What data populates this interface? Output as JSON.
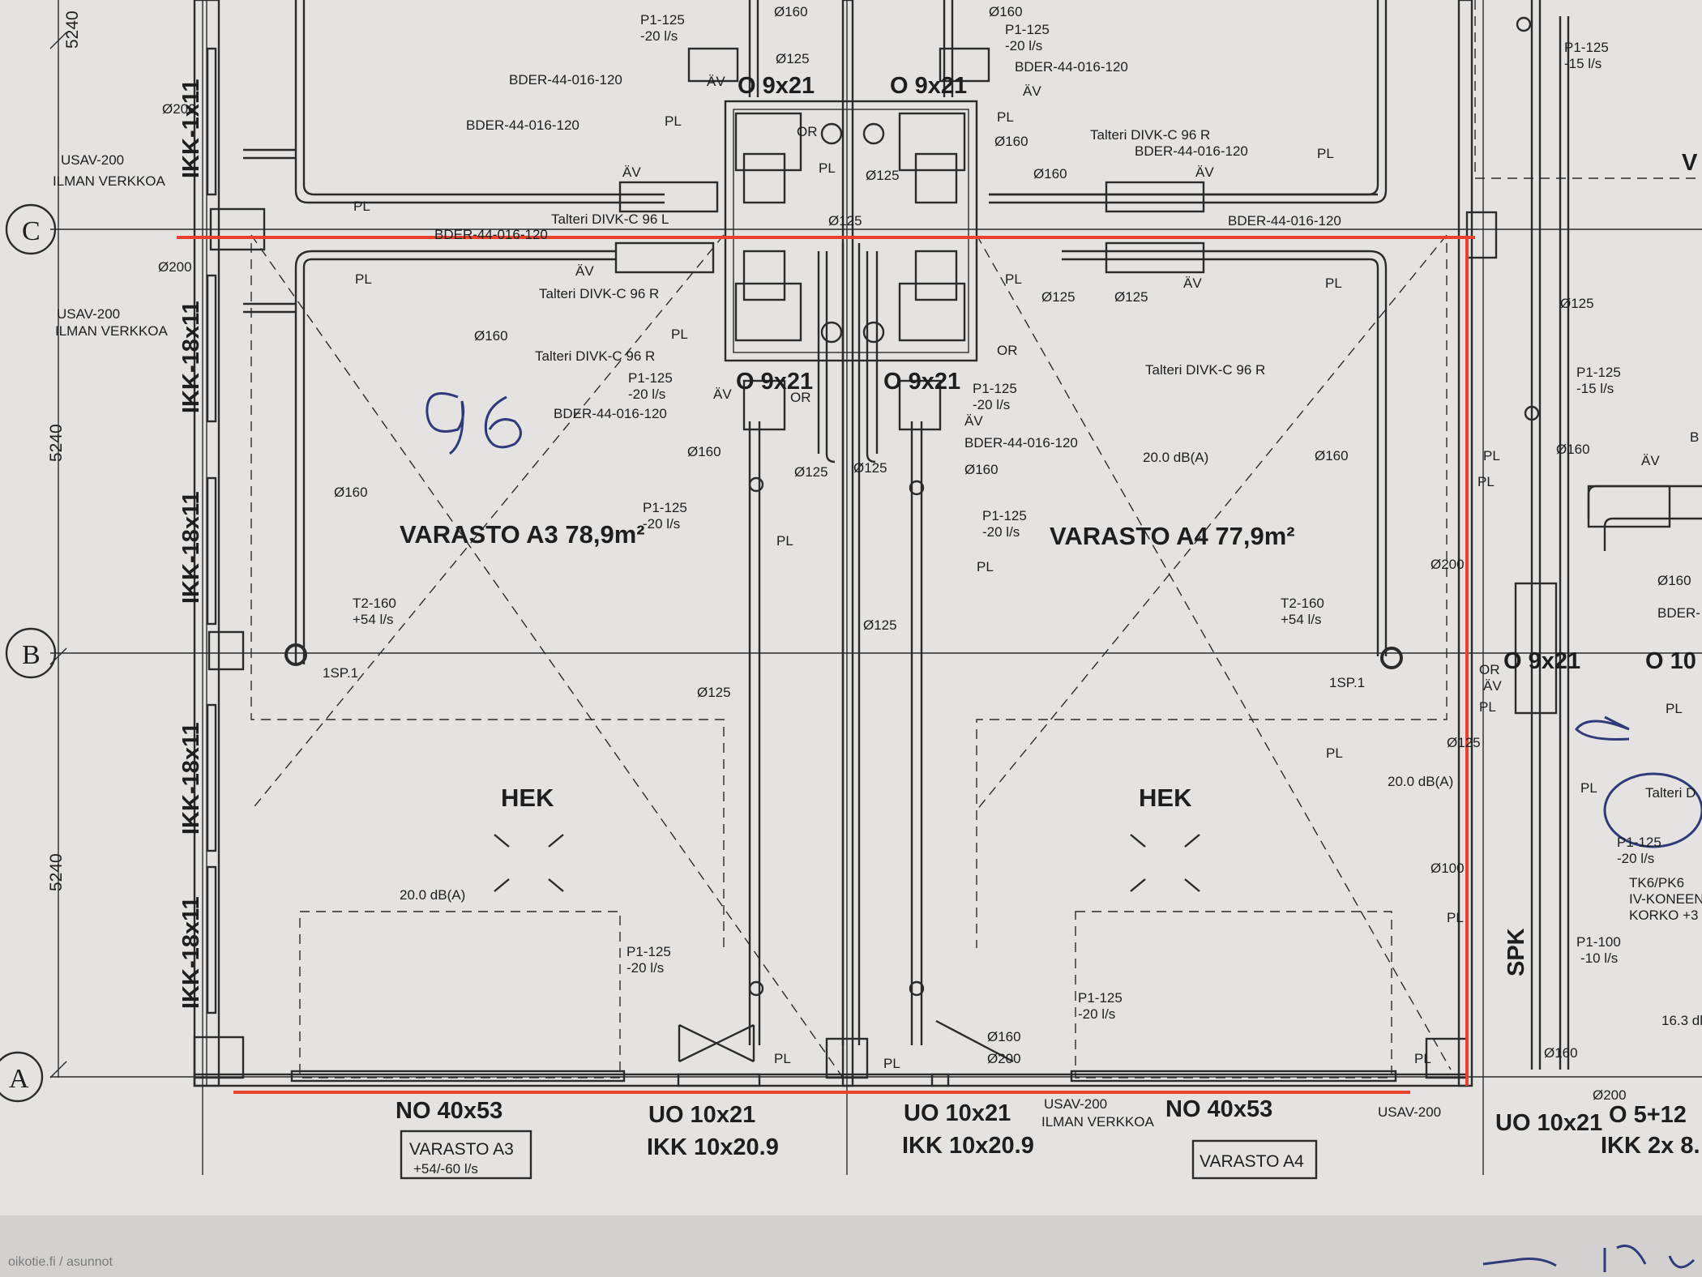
{
  "grid_labels": {
    "c": "C",
    "b": "B",
    "a": "A"
  },
  "dimensions": {
    "d1": "5240",
    "d2": "5240",
    "d3": "5240"
  },
  "windows": [
    "IKK-1x11",
    "IKK-18x11",
    "IKK-18x11",
    "IKK-18x11",
    "IKK-18x11"
  ],
  "rooms": {
    "a3": "VARASTO A3 78,9m²",
    "a4": "VARASTO A4 77,9m²",
    "hek1": "HEK",
    "hek2": "HEK"
  },
  "handwritten": {
    "number": "96"
  },
  "doors": {
    "o9x21": "O 9x21",
    "no40x53": "NO 40x53",
    "uo10x21": "UO 10x21",
    "ikk10x20": "IKK 10x20.9",
    "spk": "SPK",
    "o10": "O 10",
    "o5": "O 5+12",
    "ikk2x8": "IKK 2x 8."
  },
  "labels": {
    "p1_125": "P1-125",
    "m20": "-20 l/s",
    "m15": "-15 l/s",
    "p1_100": "P1-100",
    "m10": "-10 l/s",
    "d160": "Ø160",
    "d125": "Ø125",
    "d200": "Ø200",
    "d100": "Ø100",
    "bder": "BDER-44-016-120",
    "bder_short": "BDER-",
    "av": "ÄV",
    "pl": "PL",
    "or": "OR",
    "talteri_r": "Talteri DIVK-C 96 R",
    "talteri_l": "Talteri DIVK-C 96 L",
    "talteri_d": "Talteri D",
    "usav": "USAV-200",
    "ilman": "ILMAN VERKKOA",
    "t2": "T2-160",
    "p54": "+54 l/s",
    "sp1": "1SP.1",
    "db": "20.0 dB(A)",
    "tk6": "TK6/PK6",
    "ivkone": "IV-KONEEN",
    "korko": "KORKO +3",
    "db16": "16.3 dl",
    "v": "V",
    "b": "B"
  },
  "tags": {
    "a3": "VARASTO A3",
    "a3_flow": "+54/-60 l/s",
    "a4": "VARASTO A4"
  },
  "watermark": "oikotie.fi / asunnot"
}
